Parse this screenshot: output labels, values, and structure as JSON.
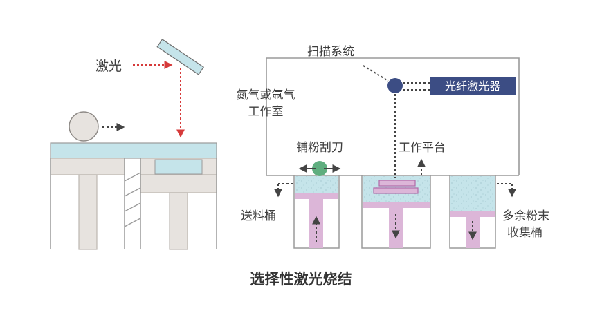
{
  "labels": {
    "laser": "激光",
    "scanning_system": "扫描系统",
    "fiber_laser": "光纤激光器",
    "chamber_line1": "氮气或氩气",
    "chamber_line2": "工作室",
    "recoater": "铺粉刮刀",
    "work_platform": "工作平台",
    "feed_bin": "送料桶",
    "overflow_line1": "多余粉末",
    "overflow_line2": "收集桶"
  },
  "title": "选择性激光烧结",
  "colors": {
    "powder": "#c5e4ea",
    "frame": "#e7e3df",
    "frame_stroke": "#bcb6b0",
    "piston": "#dcb6d8",
    "laser_beam": "#d63a3a",
    "scanner": "#3c4d84",
    "recoater": "#5fae7f",
    "outline": "#9a9a9a",
    "arrow": "#444444"
  }
}
